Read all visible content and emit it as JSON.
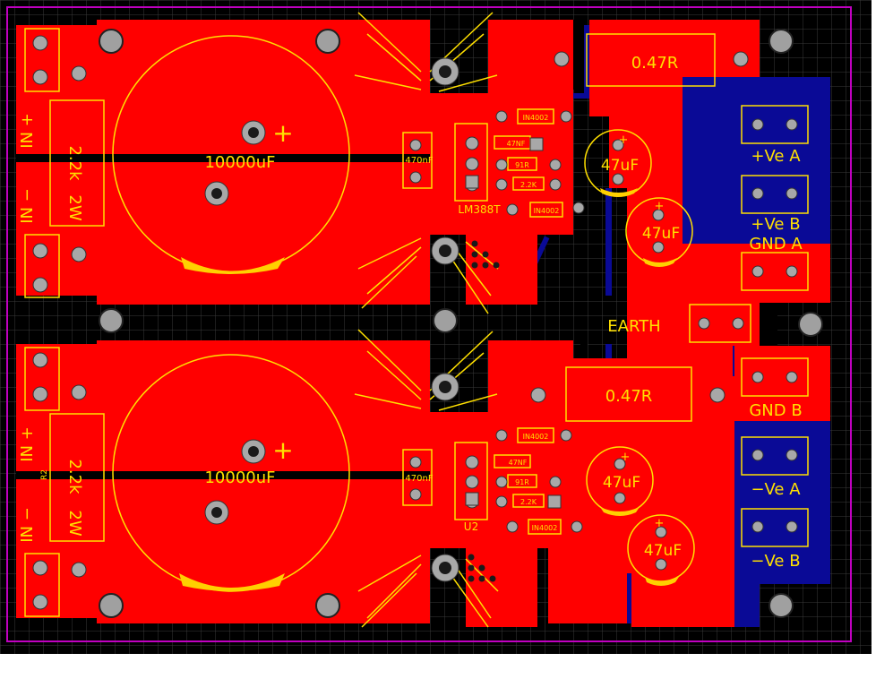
{
  "colors": {
    "background": "#000000",
    "grid": "#3a3a3a",
    "top_copper": "#ff0000",
    "bottom_copper": "#0a0a96",
    "silkscreen": "#ffe000",
    "pad": "#a8a8a8",
    "board_outline": "#c000c0"
  },
  "labels": {
    "cap_big_top": "10000uF",
    "cap_big_bottom": "10000uF",
    "res_top": "0.47R",
    "res_bottom": "0.47R",
    "cap_47_top_a": "47uF",
    "cap_47_top_b": "47uF",
    "cap_47_bot_a": "47uF",
    "cap_47_bot_b": "47uF",
    "cap_470nf_top": "470nF",
    "cap_470nf_bot": "470nF",
    "reg_top": "LM388T",
    "reg_bot": "U2",
    "diode": "IN4002",
    "cap_47nf": "47NF",
    "res_91r": "91R",
    "res_22k_small": "2.2K",
    "res_22k_2w_a": "2.2k",
    "res_22k_2w_b": "2W",
    "in_plus": "IN +",
    "in_minus": "IN −",
    "r2": "R2",
    "plus": "+",
    "pos_a": "+Ve A",
    "pos_b": "+Ve B",
    "gnd_a": "GND A",
    "gnd_b": "GND B",
    "neg_a": "−Ve A",
    "neg_b": "−Ve B",
    "earth": "EARTH"
  }
}
